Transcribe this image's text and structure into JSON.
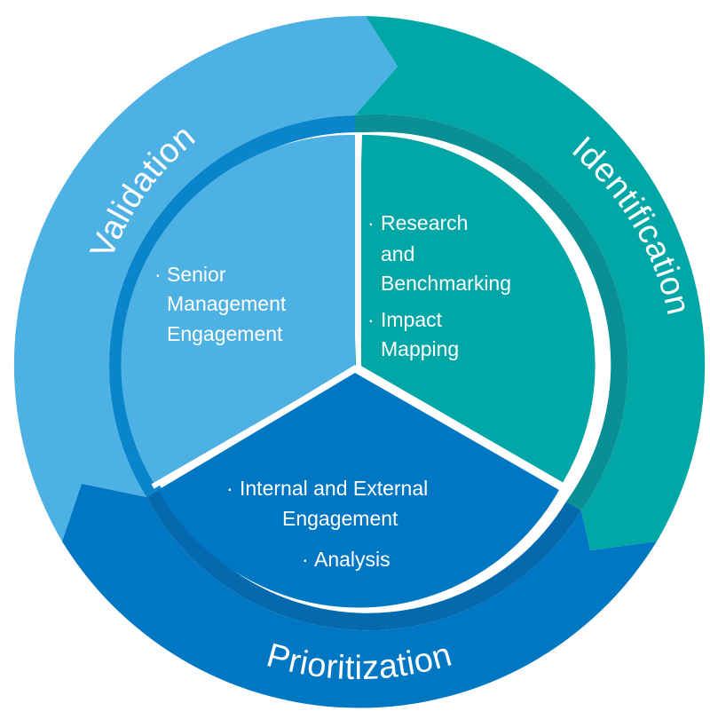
{
  "colors": {
    "light_blue": "#4EB1E3",
    "teal": "#00A7A6",
    "mid_blue": "#0077C2",
    "white": "#FFFFFF"
  },
  "outer_ring": {
    "validation": "Validation",
    "identification": "Identification",
    "prioritization": "Prioritization"
  },
  "inner_circle": {
    "validation_sector": {
      "bullet": "·",
      "lines": [
        "Senior",
        "Management",
        "Engagement"
      ]
    },
    "identification_sector": {
      "bullet": "·",
      "item1_lines": [
        "Research",
        "and",
        "Benchmarking"
      ],
      "item2_lines": [
        "Impact",
        "Mapping"
      ]
    },
    "prioritization_sector": {
      "bullet": "·",
      "item1_lines": [
        "Internal and External",
        "Engagement"
      ],
      "item2_lines": [
        "Analysis"
      ]
    }
  }
}
